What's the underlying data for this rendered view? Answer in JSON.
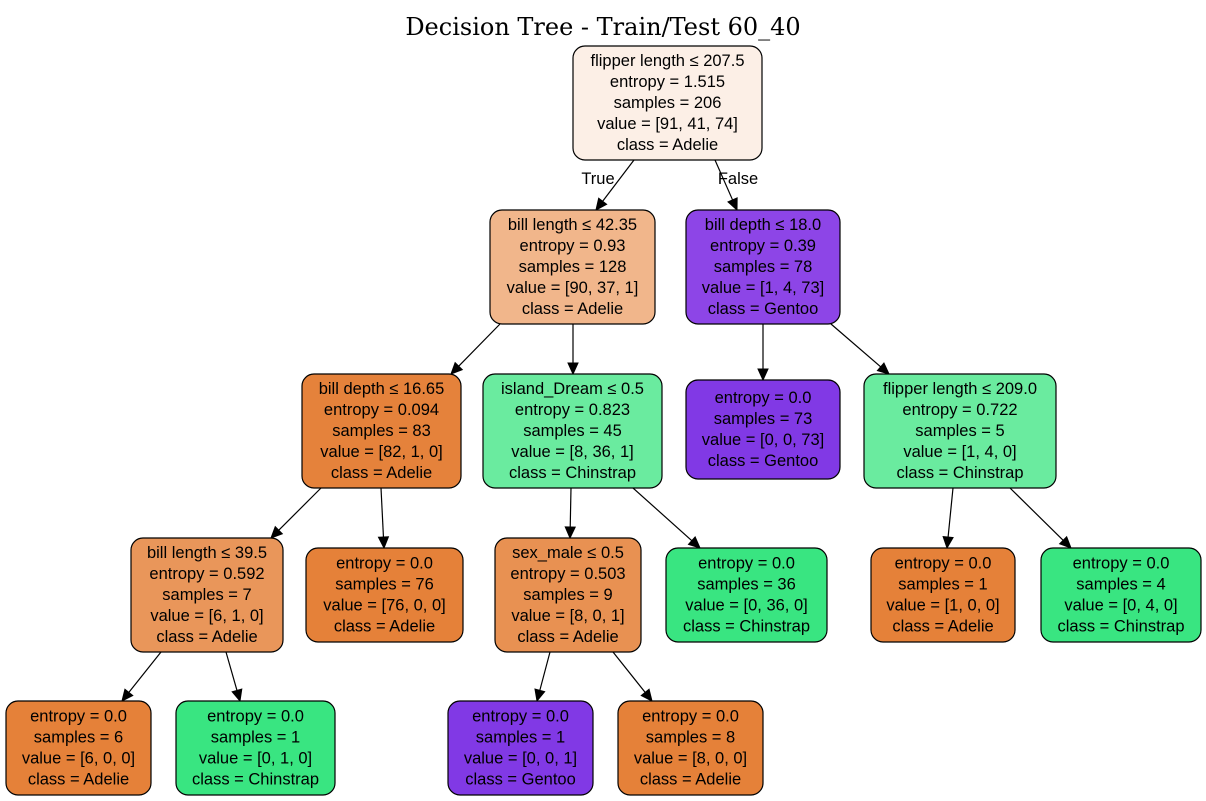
{
  "title": "Decision Tree - Train/Test 60_40",
  "nodes": [
    {
      "id": "root",
      "lines": [
        "flipper length ≤ 207.5",
        "entropy = 1.515",
        "samples = 206",
        "value = [91, 41, 74]",
        "class = Adelie"
      ],
      "color": "#fcefe6"
    },
    {
      "id": "n1",
      "lines": [
        "bill length ≤ 42.35",
        "entropy = 0.93",
        "samples = 128",
        "value = [90, 37, 1]",
        "class = Adelie"
      ],
      "color": "#f1b68b"
    },
    {
      "id": "n2",
      "lines": [
        "bill depth ≤ 18.0",
        "entropy = 0.39",
        "samples = 78",
        "value = [1, 4, 73]",
        "class = Gentoo"
      ],
      "color": "#8d45e7"
    },
    {
      "id": "n3",
      "lines": [
        "bill depth ≤ 16.65",
        "entropy = 0.094",
        "samples = 83",
        "value = [82, 1, 0]",
        "class = Adelie"
      ],
      "color": "#e5823b"
    },
    {
      "id": "n4",
      "lines": [
        "island_Dream ≤ 0.5",
        "entropy = 0.823",
        "samples = 45",
        "value = [8, 36, 1]",
        "class = Chinstrap"
      ],
      "color": "#6aeb9f"
    },
    {
      "id": "n5",
      "lines": [
        "entropy = 0.0",
        "samples = 73",
        "value = [0, 0, 73]",
        "class = Gentoo"
      ],
      "color": "#8139e5"
    },
    {
      "id": "n6",
      "lines": [
        "flipper length ≤ 209.0",
        "entropy = 0.722",
        "samples = 5",
        "value = [1, 4, 0]",
        "class = Chinstrap"
      ],
      "color": "#6aeb9f"
    },
    {
      "id": "n7",
      "lines": [
        "bill length ≤ 39.5",
        "entropy = 0.592",
        "samples = 7",
        "value = [6, 1, 0]",
        "class = Adelie"
      ],
      "color": "#e9965a"
    },
    {
      "id": "n8",
      "lines": [
        "entropy = 0.0",
        "samples = 76",
        "value = [76, 0, 0]",
        "class = Adelie"
      ],
      "color": "#e58139"
    },
    {
      "id": "n9",
      "lines": [
        "sex_male ≤ 0.5",
        "entropy = 0.503",
        "samples = 9",
        "value = [8, 0, 1]",
        "class = Adelie"
      ],
      "color": "#e89152"
    },
    {
      "id": "n10",
      "lines": [
        "entropy = 0.0",
        "samples = 36",
        "value = [0, 36, 0]",
        "class = Chinstrap"
      ],
      "color": "#39e581"
    },
    {
      "id": "n11",
      "lines": [
        "entropy = 0.0",
        "samples = 1",
        "value = [1, 0, 0]",
        "class = Adelie"
      ],
      "color": "#e58139"
    },
    {
      "id": "n12",
      "lines": [
        "entropy = 0.0",
        "samples = 4",
        "value = [0, 4, 0]",
        "class = Chinstrap"
      ],
      "color": "#39e581"
    },
    {
      "id": "n13",
      "lines": [
        "entropy = 0.0",
        "samples = 6",
        "value = [6, 0, 0]",
        "class = Adelie"
      ],
      "color": "#e58139"
    },
    {
      "id": "n14",
      "lines": [
        "entropy = 0.0",
        "samples = 1",
        "value = [0, 1, 0]",
        "class = Chinstrap"
      ],
      "color": "#39e581"
    },
    {
      "id": "n15",
      "lines": [
        "entropy = 0.0",
        "samples = 1",
        "value = [0, 0, 1]",
        "class = Gentoo"
      ],
      "color": "#8139e5"
    },
    {
      "id": "n16",
      "lines": [
        "entropy = 0.0",
        "samples = 8",
        "value = [8, 0, 0]",
        "class = Adelie"
      ],
      "color": "#e58139"
    }
  ],
  "edges": [
    {
      "from": "root",
      "to": "n1",
      "label": "True"
    },
    {
      "from": "root",
      "to": "n2",
      "label": "False"
    },
    {
      "from": "n1",
      "to": "n3",
      "label": ""
    },
    {
      "from": "n1",
      "to": "n4",
      "label": ""
    },
    {
      "from": "n2",
      "to": "n5",
      "label": ""
    },
    {
      "from": "n2",
      "to": "n6",
      "label": ""
    },
    {
      "from": "n3",
      "to": "n7",
      "label": ""
    },
    {
      "from": "n3",
      "to": "n8",
      "label": ""
    },
    {
      "from": "n4",
      "to": "n9",
      "label": ""
    },
    {
      "from": "n4",
      "to": "n10",
      "label": ""
    },
    {
      "from": "n6",
      "to": "n11",
      "label": ""
    },
    {
      "from": "n6",
      "to": "n12",
      "label": ""
    },
    {
      "from": "n7",
      "to": "n13",
      "label": ""
    },
    {
      "from": "n7",
      "to": "n14",
      "label": ""
    },
    {
      "from": "n9",
      "to": "n15",
      "label": ""
    },
    {
      "from": "n9",
      "to": "n16",
      "label": ""
    }
  ]
}
